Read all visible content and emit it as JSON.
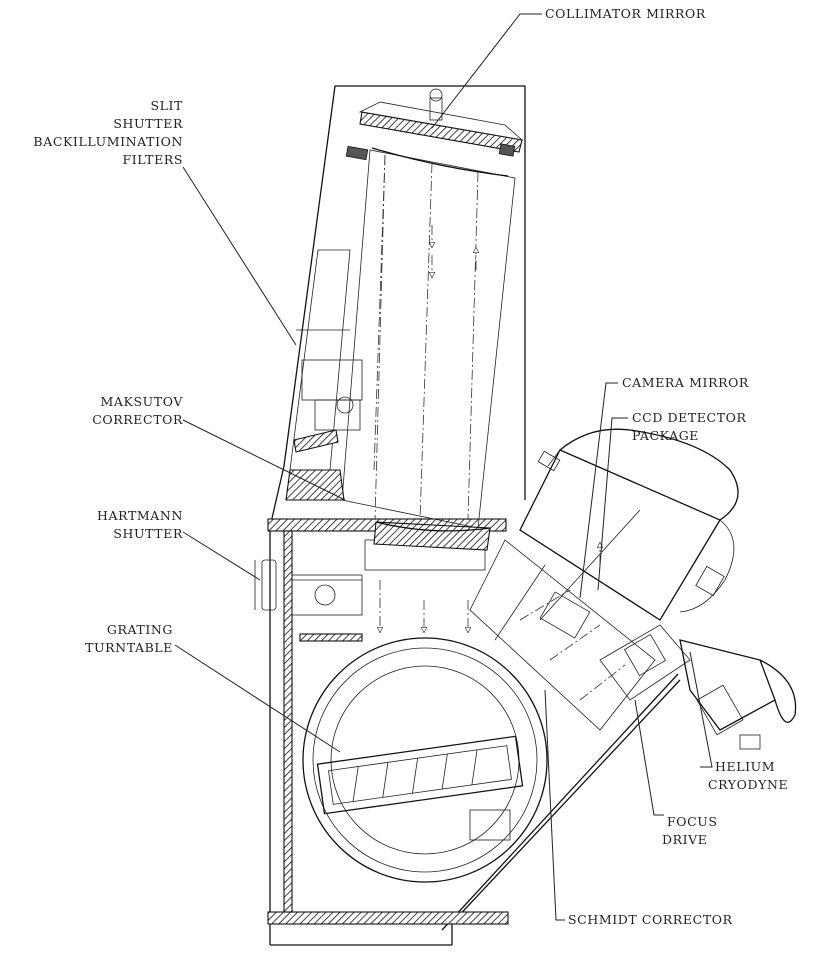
{
  "labels": {
    "collimator_mirror": "COLLIMATOR MIRROR",
    "slit_1": "SLIT",
    "slit_2": "SHUTTER",
    "slit_3": "BACKILLUMINATION",
    "slit_4": "FILTERS",
    "camera_mirror": "CAMERA MIRROR",
    "ccd_1": "CCD DETECTOR",
    "ccd_2": "PACKAGE",
    "maksutov_1": "MAKSUTOV",
    "maksutov_2": "CORRECTOR",
    "hartmann_1": "HARTMANN",
    "hartmann_2": "SHUTTER",
    "grating_1": "GRATING",
    "grating_2": "TURNTABLE",
    "helium_1": "HELIUM",
    "helium_2": "CRYODYNE",
    "focus_1": "FOCUS",
    "focus_2": "DRIVE",
    "schmidt_corrector": "SCHMIDT CORRECTOR"
  },
  "colors": {
    "ink": "#111111",
    "background": "#ffffff"
  }
}
